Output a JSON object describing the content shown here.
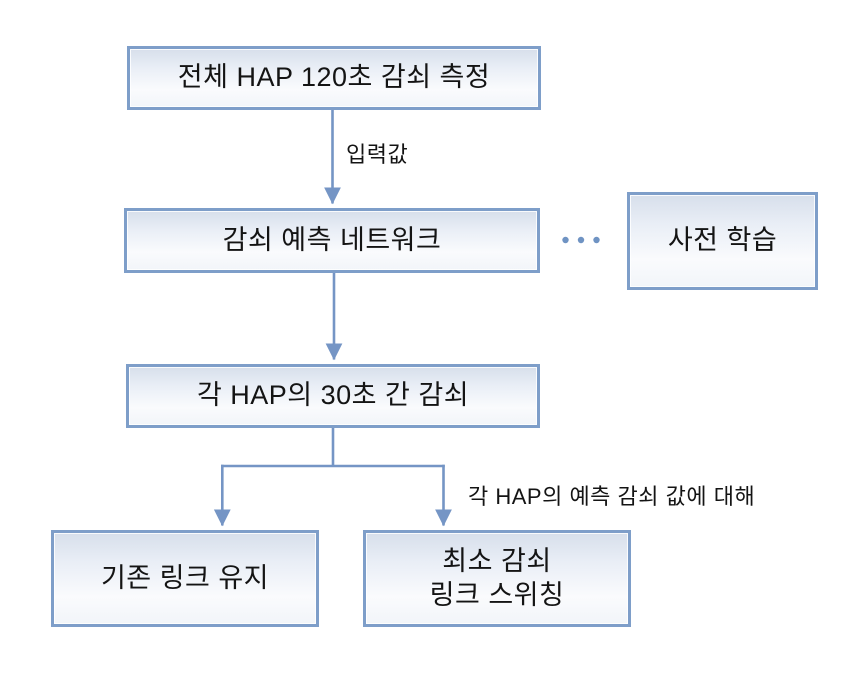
{
  "diagram": {
    "nodes": [
      {
        "id": "measure",
        "label": "전체 HAP 120초 감쇠 측정"
      },
      {
        "id": "network",
        "label": "감쇠 예측 네트워크"
      },
      {
        "id": "pretrain",
        "label": "사전 학습"
      },
      {
        "id": "decay30",
        "label": "각 HAP의 30초 간 감쇠"
      },
      {
        "id": "keep",
        "label": "기존 링크 유지"
      },
      {
        "id": "switch",
        "label": "최소 감쇠\n링크 스위칭"
      }
    ],
    "edges": [
      {
        "from": "measure",
        "to": "network",
        "label": "입력값",
        "style": "arrow"
      },
      {
        "from": "network",
        "to": "decay30",
        "label": "",
        "style": "arrow"
      },
      {
        "from": "network",
        "to": "pretrain",
        "label": "",
        "style": "dotted"
      },
      {
        "from": "decay30",
        "to": "keep",
        "label": "",
        "style": "arrow"
      },
      {
        "from": "decay30",
        "to": "switch",
        "label": "각 HAP의 예측 감쇠 값에 대해",
        "style": "arrow"
      }
    ],
    "colors": {
      "box_border": "#7e9ec9",
      "box_fill_top": "#d7dfeb",
      "box_fill_bottom": "#f2f5f9",
      "connector": "#7595c5",
      "text": "#141414",
      "background": "#ffffff"
    }
  }
}
